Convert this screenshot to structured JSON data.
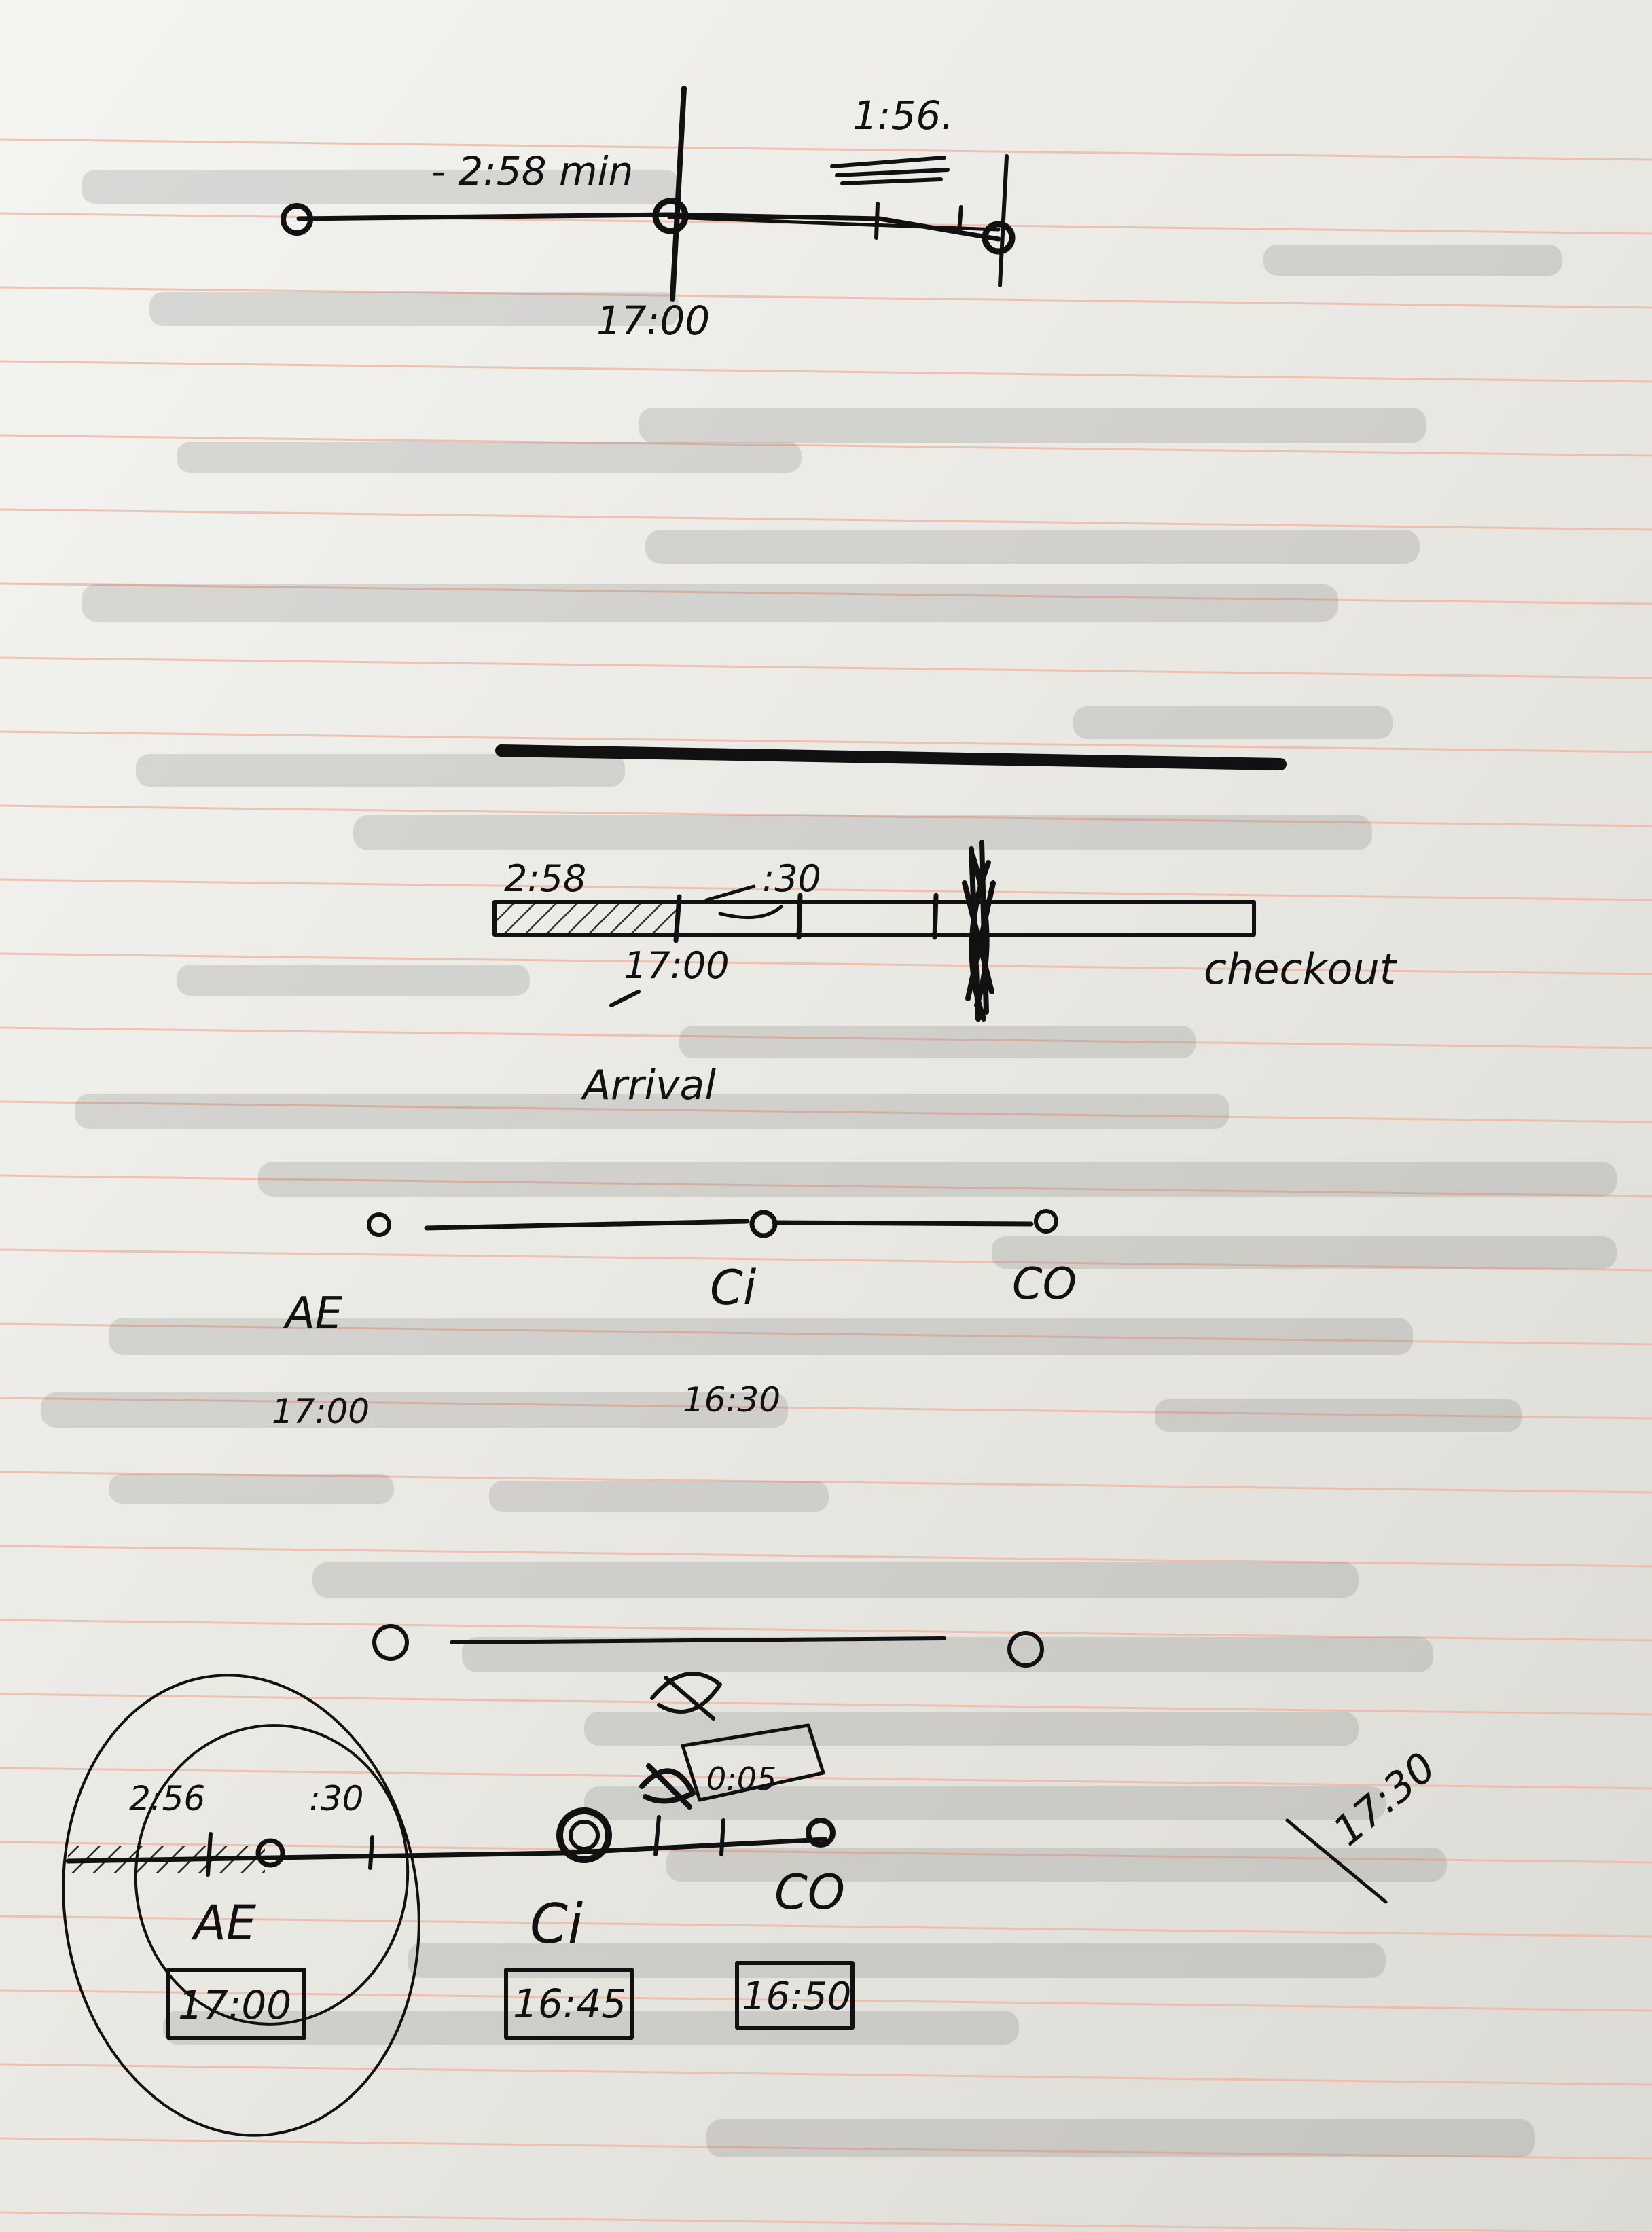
{
  "image": {
    "type": "photo-of-handwritten-notebook-page",
    "colors": {
      "paper": "#ecebe7",
      "rule_lines": "#f2b5a2",
      "ink": "#111111"
    }
  },
  "sketch1": {
    "label_duration": "- 2:58 min",
    "label_right_top": "1:56.",
    "label_time": "17:00"
  },
  "sketch2": {
    "label_left": "2:58",
    "label_mid": ":30",
    "label_time": "17:00",
    "label_arrival": "Arrival",
    "label_checkout": "checkout"
  },
  "sketch3": {
    "label_ae": "AE",
    "label_ci": "Ci",
    "label_co": "CO",
    "time_ae": "17:00",
    "time_ci": "16:30"
  },
  "sketch5": {
    "label_left": "2:56",
    "label_mid": ":30",
    "label_box": "0:05",
    "label_ae": "AE",
    "label_ci": "Ci",
    "label_co": "CO",
    "time_ae": "17:00",
    "time_ci": "16:45",
    "time_co": "16:50",
    "time_side": "17:30"
  }
}
